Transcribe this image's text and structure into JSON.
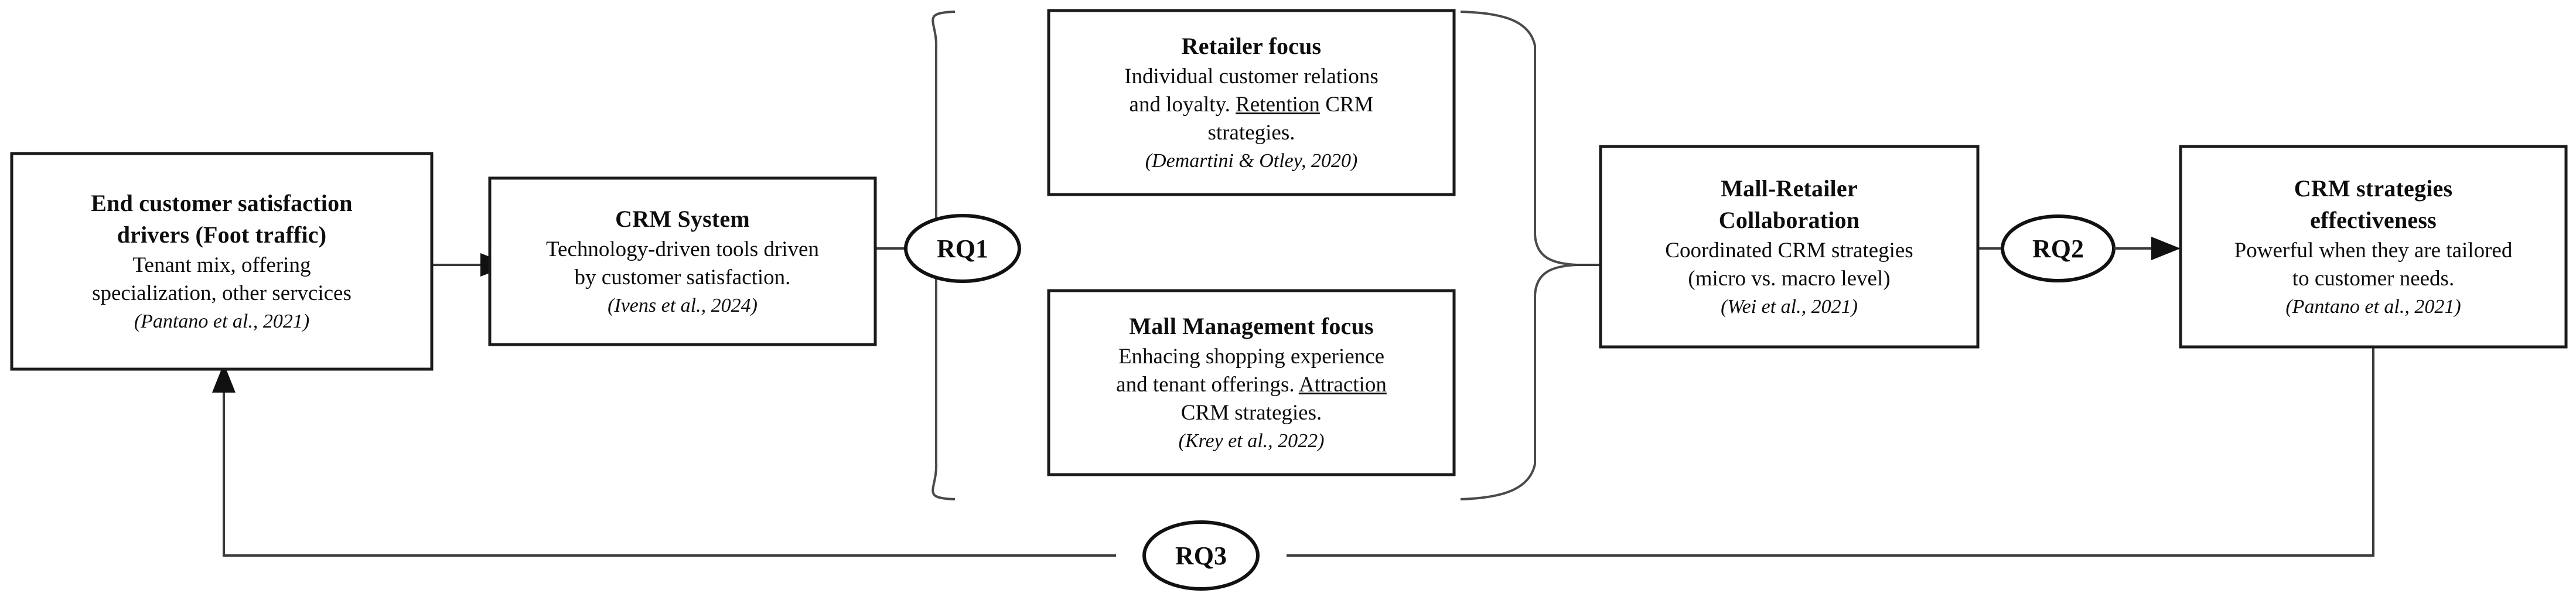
{
  "diagram": {
    "type": "conceptual-framework-flow",
    "background_color": "#ffffff",
    "line_color": "#3a3a3a",
    "text_color": "#0d0d0d",
    "nodes": [
      {
        "id": "end-customer-satisfaction-drivers",
        "title": "End customer satisfaction\ndrivers (Foot traffic)",
        "title_line1": "End customer satisfaction",
        "title_line2": "drivers (Foot traffic)",
        "body_line1": "Tenant mix, offering",
        "body_line2": "specialization, other servcices",
        "citation": "(Pantano et al., 2021)"
      },
      {
        "id": "crm-system",
        "title_line1": "CRM System",
        "body_line1": "Technology-driven tools driven",
        "body_line2": "by customer satisfaction.",
        "citation": "(Ivens et al., 2024)"
      },
      {
        "id": "retailer-focus",
        "title_line1": "Retailer focus",
        "body_line1": "Individual customer relations",
        "body_line2_pre": "and loyalty. ",
        "body_line2_keyword": "Retention",
        "body_line2_post": " CRM",
        "body_line3": "strategies.",
        "citation": "(Demartini & Otley, 2020)"
      },
      {
        "id": "mall-management-focus",
        "title_line1": "Mall Management focus",
        "body_line1": "Enhacing shopping experience",
        "body_line2_pre": "and tenant offerings. ",
        "body_line2_keyword": "Attraction",
        "body_line2_post": "",
        "body_line3": "CRM strategies.",
        "citation": "(Krey et al., 2022)"
      },
      {
        "id": "mall-retailer-collaboration",
        "title_line1": "Mall-Retailer",
        "title_line2": "Collaboration",
        "body_line1": "Coordinated CRM strategies",
        "body_line2": "(micro vs. macro level)",
        "citation": "(Wei et al., 2021)"
      },
      {
        "id": "crm-strategies-effectiveness",
        "title_line1": "CRM strategies",
        "title_line2": "effectiveness",
        "body_line1": "Powerful when they are tailored",
        "body_line2": "to customer needs.",
        "citation": "(Pantano et al., 2021)"
      }
    ],
    "research_questions": [
      {
        "id": "rq1",
        "label": "RQ1"
      },
      {
        "id": "rq2",
        "label": "RQ2"
      },
      {
        "id": "rq3",
        "label": "RQ3"
      }
    ]
  }
}
